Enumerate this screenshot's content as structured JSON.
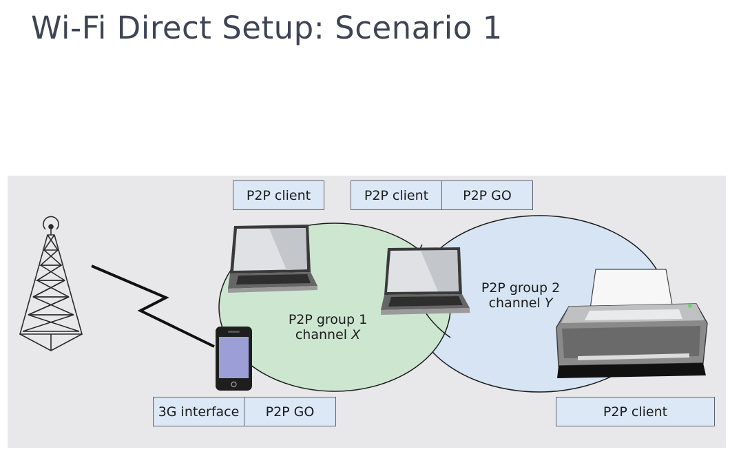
{
  "slide": {
    "title": "Wi-Fi Direct Setup: Scenario 1"
  },
  "labels": {
    "laptop1_role": "P2P client",
    "laptop2_role_client": "P2P client",
    "laptop2_role_go": "P2P GO",
    "phone_interface": "3G interface",
    "phone_role": "P2P GO",
    "printer_role": "P2P client"
  },
  "groups": {
    "group1": {
      "name": "P2P group 1",
      "channel_word": "channel",
      "channel_var": "X",
      "fill": "#cde6d0"
    },
    "group2": {
      "name": "P2P group 2",
      "channel_word": "channel",
      "channel_var": "Y",
      "fill": "#d6e4f3"
    }
  },
  "colors": {
    "label_box_fill": "#dce8f6",
    "panel_bg": "#e8e8ea",
    "phone_screen": "#9c9fd6"
  },
  "icons": [
    "cell-tower-icon",
    "lightning-link-icon",
    "laptop-icon",
    "smartphone-icon",
    "printer-icon"
  ]
}
